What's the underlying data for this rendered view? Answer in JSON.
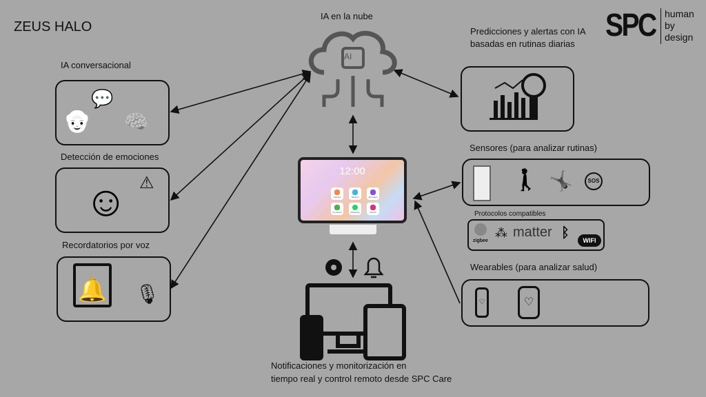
{
  "title": "ZEUS HALO",
  "logo": {
    "brand": "SPC",
    "tagline": [
      "human",
      "by",
      "design"
    ]
  },
  "cloud": {
    "label": "IA en la nube",
    "chip": "AI"
  },
  "left": [
    {
      "label": "IA conversacional"
    },
    {
      "label": "Detección de emociones"
    },
    {
      "label": "Recordatorios por voz"
    }
  ],
  "predictions": {
    "label_line1": "Predicciones y alertas con IA",
    "label_line2": "basadas en rutinas diarias"
  },
  "sensors": {
    "label": "Sensores (para analizar rutinas)",
    "sos": "SOS"
  },
  "protocols": {
    "label": "Protocolos compatibles",
    "items": [
      "zigbee",
      "matter",
      "WIFI"
    ]
  },
  "wearables": {
    "label": "Wearables (para analizar salud)"
  },
  "tablet": {
    "time": "12:00",
    "apps": [
      "Cámara",
      "Teléfono",
      "Mensajes",
      "Contactos",
      "WhatsApp",
      "Ajustes"
    ],
    "app_colors": [
      "#f08a4b",
      "#3fb6e0",
      "#8b4fd6",
      "#4cb050",
      "#25d366",
      "#d6337a"
    ]
  },
  "bottom": {
    "line1": "Notificaciones y monitorización en",
    "line2": "tiempo real y control remoto desde SPC Care"
  }
}
